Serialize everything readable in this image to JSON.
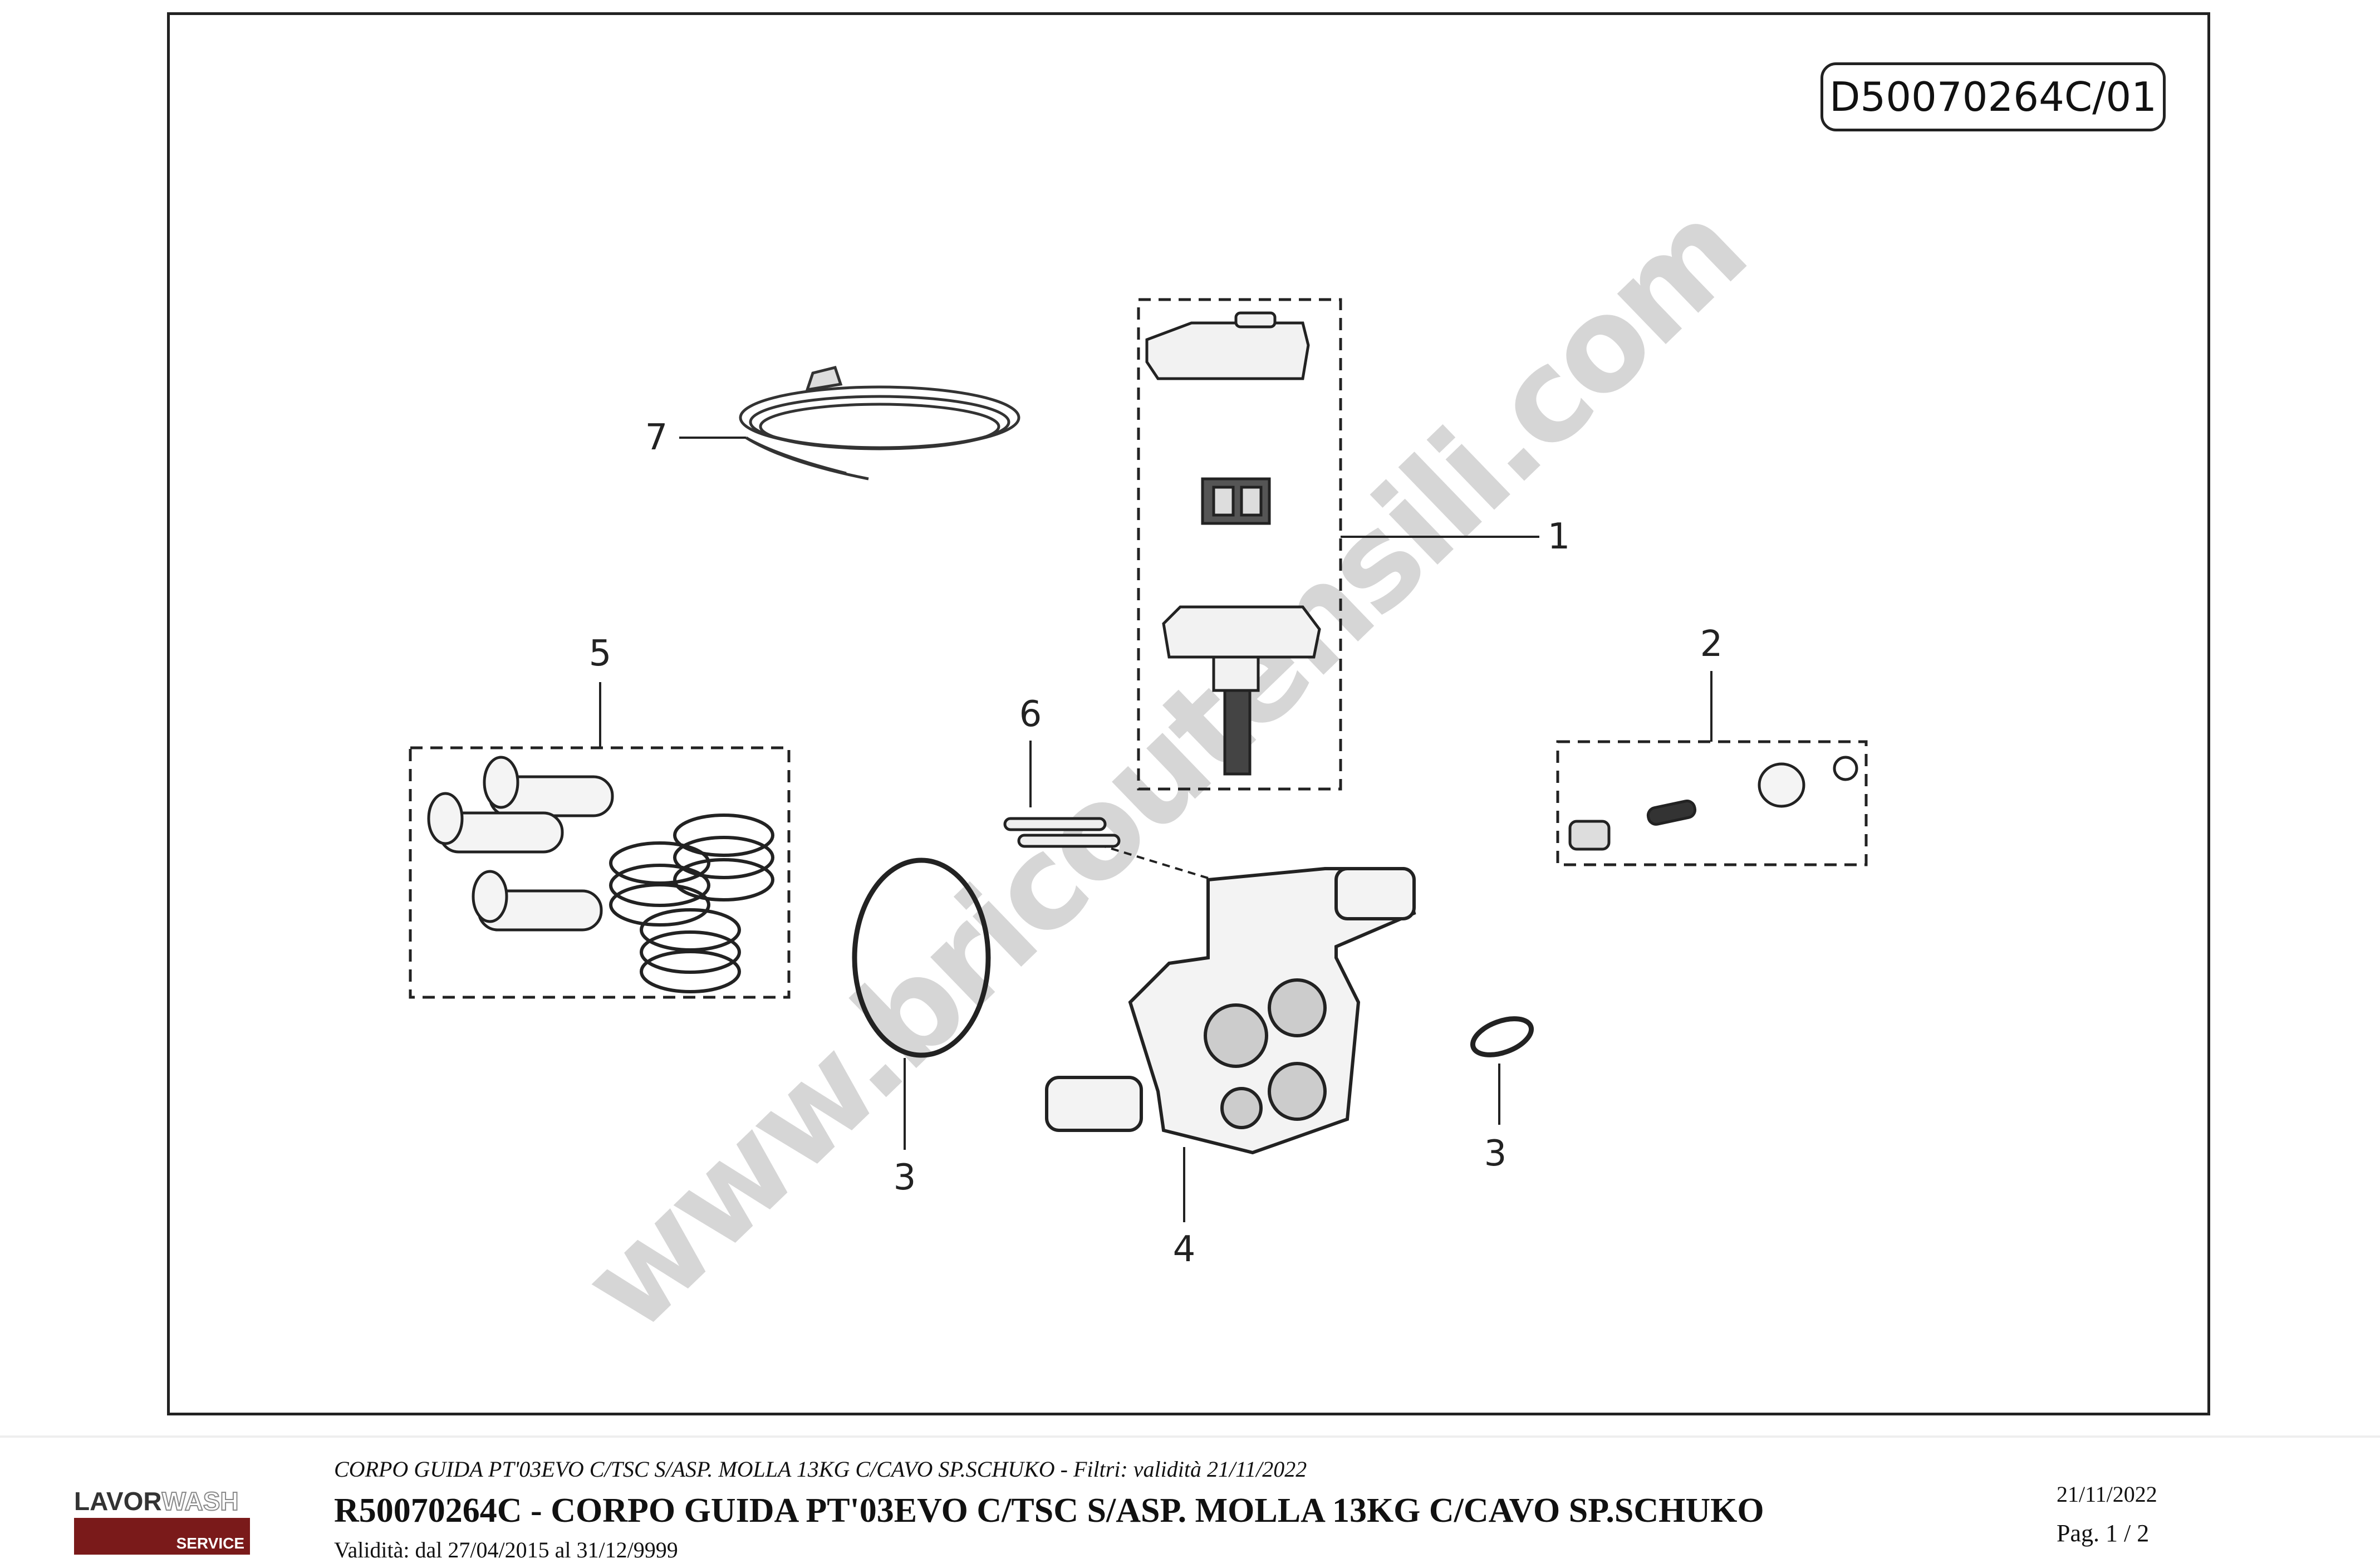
{
  "drawing": {
    "code": "D50070264C/01",
    "watermark": "www.bricoutensili.com",
    "callouts": [
      {
        "id": "1",
        "label": "1"
      },
      {
        "id": "2",
        "label": "2"
      },
      {
        "id": "3a",
        "label": "3"
      },
      {
        "id": "3b",
        "label": "3"
      },
      {
        "id": "4",
        "label": "4"
      },
      {
        "id": "5",
        "label": "5"
      },
      {
        "id": "6",
        "label": "6"
      },
      {
        "id": "7",
        "label": "7"
      }
    ]
  },
  "footer": {
    "logo": {
      "brand_left": "LAVOR",
      "brand_right": "WASH",
      "sub": "SERVICE",
      "color": "#7a1a1a"
    },
    "subtitle": "CORPO GUIDA PT'03EVO C/TSC S/ASP. MOLLA 13KG C/CAVO SP.SCHUKO - Filtri: validità 21/11/2022",
    "title": "R50070264C - CORPO GUIDA PT'03EVO C/TSC S/ASP. MOLLA 13KG C/CAVO SP.SCHUKO",
    "validity": "Validità: dal 27/04/2015 al 31/12/9999",
    "date": "21/11/2022",
    "page": "Pag. 1 / 2"
  }
}
